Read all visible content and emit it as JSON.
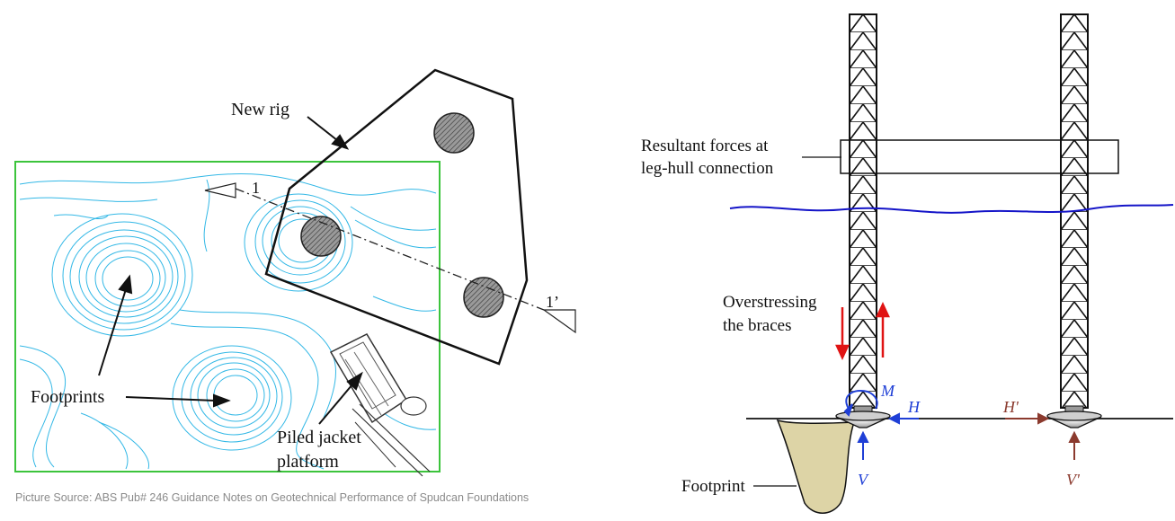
{
  "left": {
    "labels": {
      "new_rig": "New rig",
      "section_start": "1",
      "section_end": "1’",
      "footprints": "Footprints",
      "piled_jacket_line1": "Piled jacket",
      "piled_jacket_line2": "platform"
    },
    "caption": "Picture Source: ABS Pub# 246 Guidance Notes on Geotechnical Performance of Spudcan Foundations",
    "colors": {
      "contour": "#33b8e6",
      "border": "#3cc43c",
      "rig_outline": "#111111",
      "spudcan_fill": "#8c8c8c"
    }
  },
  "right": {
    "labels": {
      "resultant_line1": "Resultant forces at",
      "resultant_line2": "leg-hull connection",
      "overstress_line1": "Overstressing",
      "overstress_line2": "the braces",
      "footprint": "Footprint",
      "M": "M",
      "H": "H",
      "V": "V",
      "H_prime": "H'",
      "V_prime": "V'"
    },
    "colors": {
      "water": "#1414c8",
      "overstress_arrows": "#e01414",
      "loads_left": "#1f3fd6",
      "loads_right": "#8b3a2e",
      "footprint_fill": "#ddd4a6"
    }
  }
}
